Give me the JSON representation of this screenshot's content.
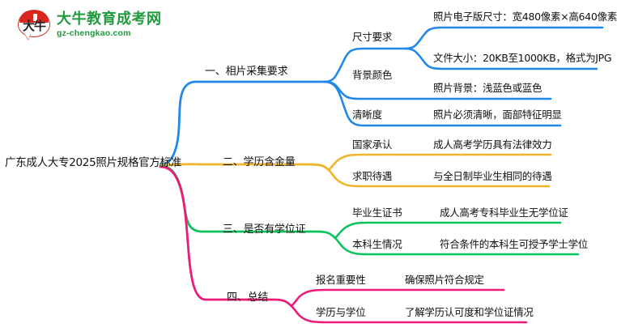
{
  "watermark": {
    "logo_cn": "大牛",
    "site_name": "大牛教育成考网",
    "site_url": "gz-chengkao.com",
    "brand_green": "#1f9a3c",
    "brand_red": "#d9271f"
  },
  "mindmap": {
    "root": "广东成人大专2025照片规格官方标准",
    "colors": {
      "branch1": "#2188e8",
      "branch2": "#f0b429",
      "branch3": "#0cc45f",
      "branch4": "#ee1a79"
    },
    "branches": [
      {
        "label": "一、相片采集要求",
        "color": "#2188e8",
        "children": [
          {
            "label": "尺寸要求",
            "leaves": [
              "照片电子版尺寸：宽480像素×高640像素",
              "文件大小：20KB至1000KB，格式为JPG"
            ]
          },
          {
            "label": "背景颜色",
            "leaves": [
              "照片背景：浅蓝色或蓝色"
            ]
          },
          {
            "label": "清晰度",
            "leaves": [
              "照片必须清晰，面部特征明显"
            ]
          }
        ]
      },
      {
        "label": "二、学历含金量",
        "color": "#f0b429",
        "children": [
          {
            "label": "国家承认",
            "leaves": [
              "成人高考学历具有法律效力"
            ]
          },
          {
            "label": "求职待遇",
            "leaves": [
              "与全日制毕业生相同的待遇"
            ]
          }
        ]
      },
      {
        "label": "三、是否有学位证",
        "color": "#0cc45f",
        "children": [
          {
            "label": "毕业生证书",
            "leaves": [
              "成人高考专科毕业生无学位证"
            ]
          },
          {
            "label": "本科生情况",
            "leaves": [
              "符合条件的本科生可授予学士学位"
            ]
          }
        ]
      },
      {
        "label": "四、总结",
        "color": "#ee1a79",
        "children": [
          {
            "label": "报名重要性",
            "leaves": [
              "确保照片符合规定"
            ]
          },
          {
            "label": "学历与学位",
            "leaves": [
              "了解学历认可度和学位证情况"
            ]
          }
        ]
      }
    ]
  }
}
